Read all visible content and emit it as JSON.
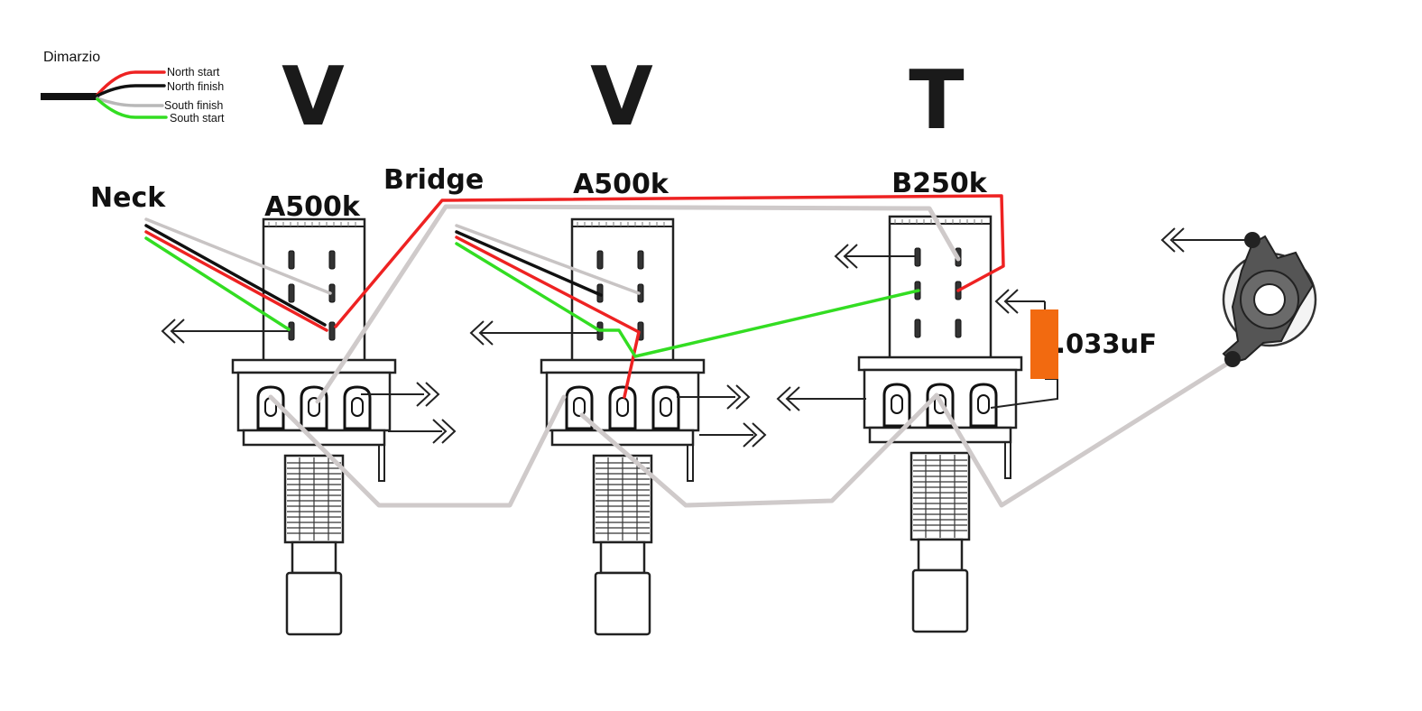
{
  "legend": {
    "brand": "Dimarzio",
    "wires": [
      {
        "label": "North start",
        "color": "#ee2222"
      },
      {
        "label": "North finish",
        "color": "#111111"
      },
      {
        "label": "South finish",
        "color": "#b8b8b8"
      },
      {
        "label": "South start",
        "color": "#33dd22"
      }
    ]
  },
  "controls": [
    {
      "function": "V",
      "pot_value": "A500k"
    },
    {
      "function": "V",
      "pot_value": "A500k"
    },
    {
      "function": "T",
      "pot_value": "B250k"
    }
  ],
  "pickups": {
    "neck": "Neck",
    "bridge": "Bridge"
  },
  "capacitor": {
    "label": ".033uF",
    "color": "#f26a10"
  },
  "colors": {
    "wire_red": "#ee2222",
    "wire_black": "#111111",
    "wire_green": "#33dd22",
    "wire_grey": "#c8c4c4",
    "ground_bus": "#cfcaca"
  },
  "icons": [
    "ground-symbol-icon",
    "output-jack-icon",
    "potentiometer-icon",
    "capacitor-icon"
  ]
}
